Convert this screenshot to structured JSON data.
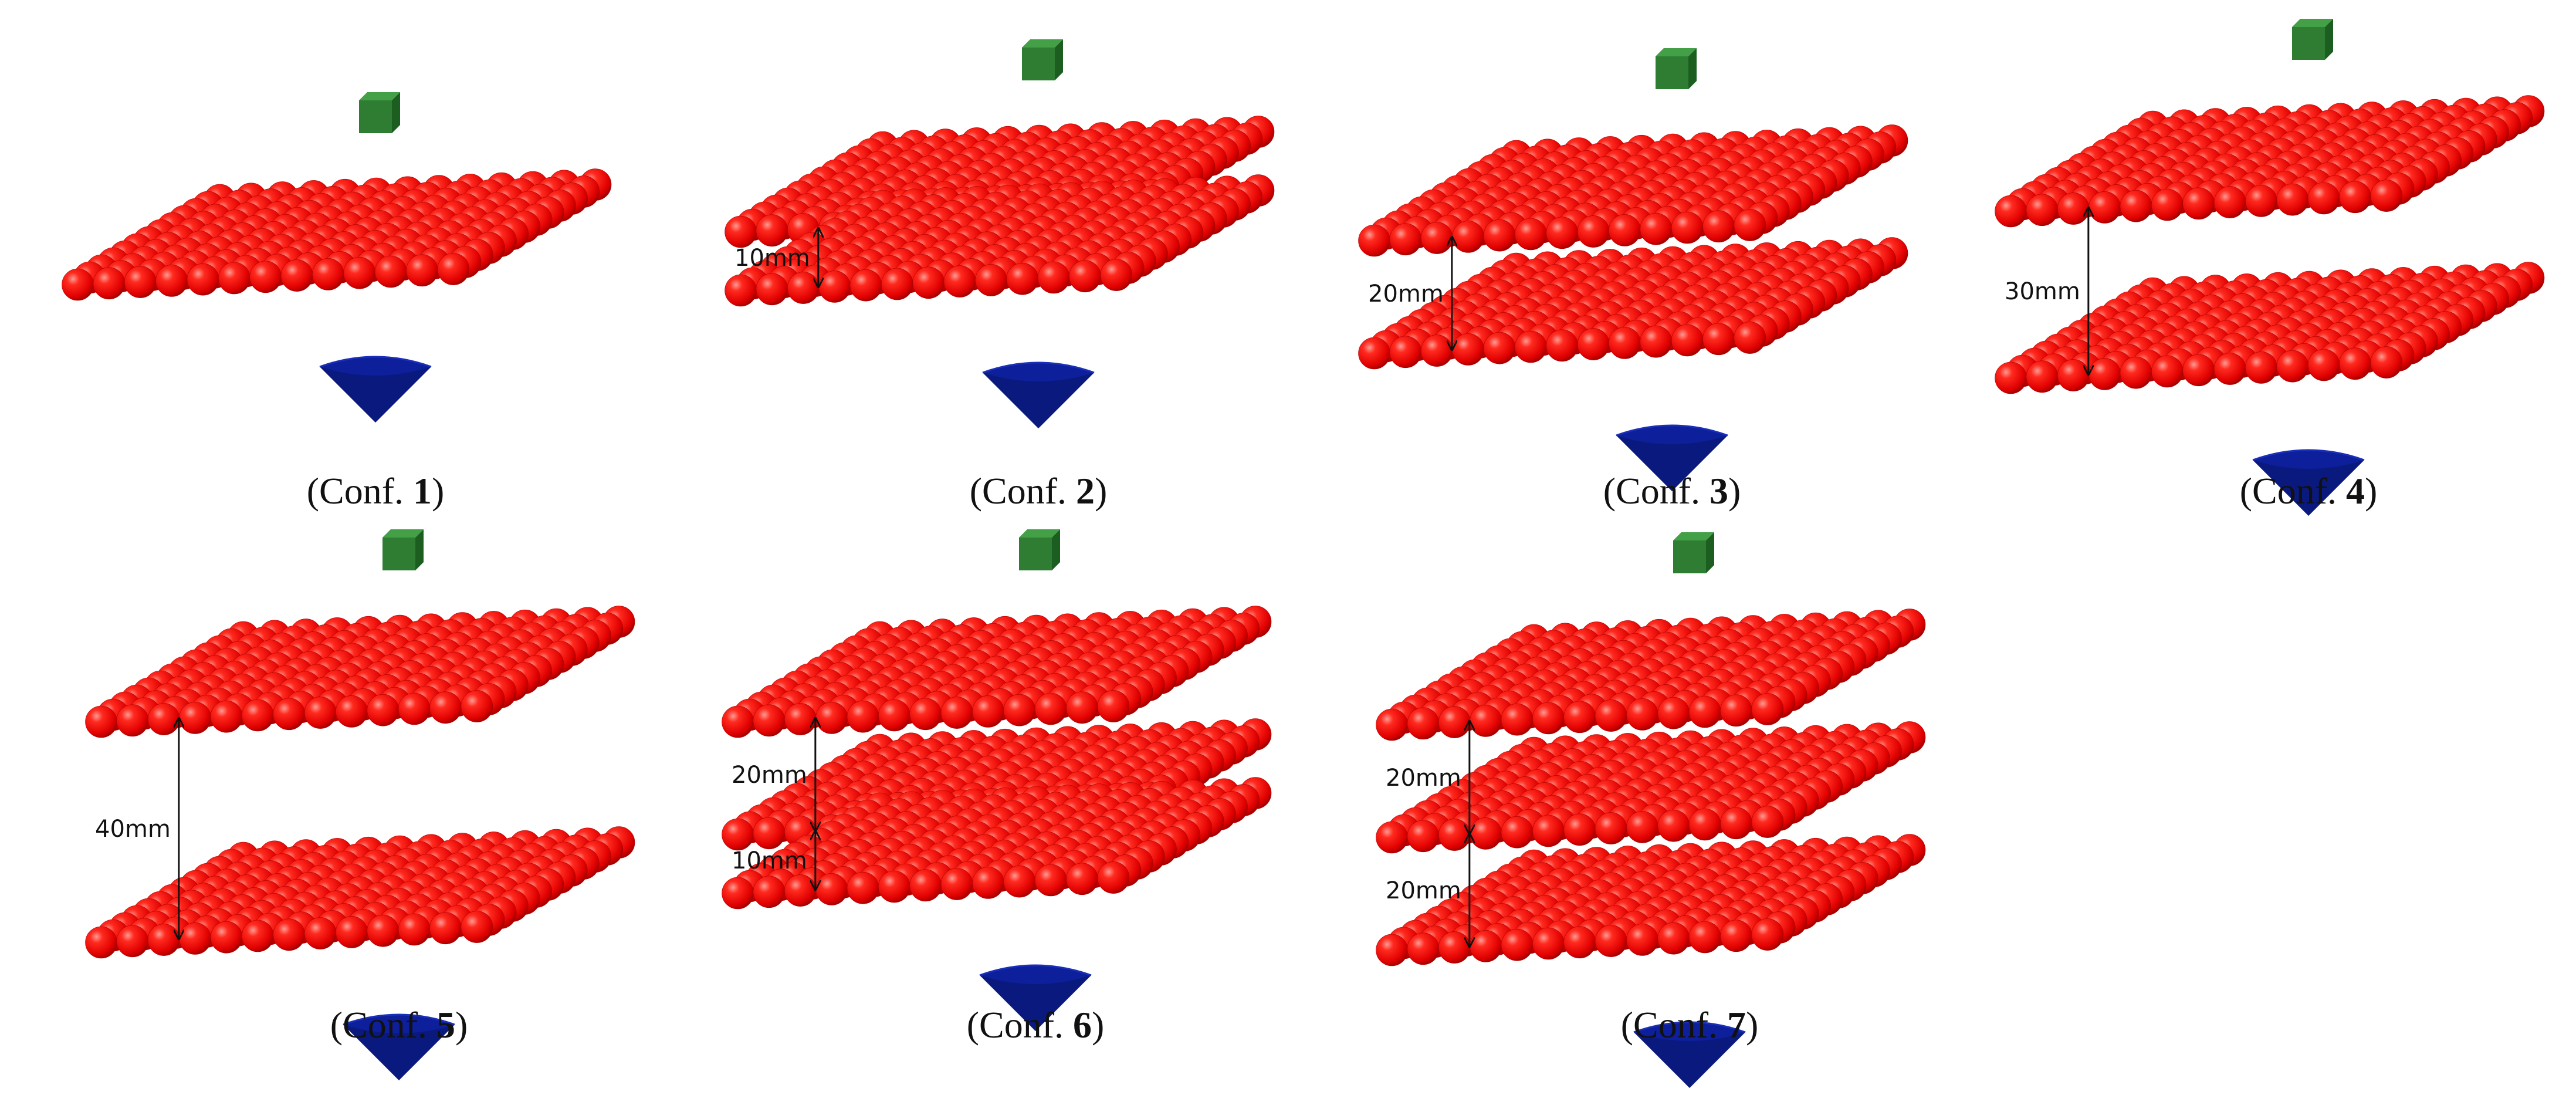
{
  "colors": {
    "sphere": "#ff1010",
    "sphere_dark": "#b00000",
    "sphere_highlight": "#ff8a80",
    "cube": "#2e7d32",
    "cube_dark": "#1b5e20",
    "cube_top": "#43a047",
    "cone": "#0d1f9a",
    "cone_dark": "#071466",
    "cone_top": "#1a2fb8",
    "arrow": "#111111"
  },
  "icons": {
    "source": "green-cube-icon",
    "sphere_sheet": "red-sphere-grid-icon",
    "detector": "blue-cone-icon"
  },
  "caption_format": {
    "prefix": "(Conf. ",
    "suffix": ")"
  },
  "configurations": [
    {
      "number": "1",
      "layers": 1,
      "gaps": []
    },
    {
      "number": "2",
      "layers": 2,
      "gaps": [
        "10mm"
      ]
    },
    {
      "number": "3",
      "layers": 2,
      "gaps": [
        "20mm"
      ]
    },
    {
      "number": "4",
      "layers": 2,
      "gaps": [
        "30mm"
      ]
    },
    {
      "number": "5",
      "layers": 2,
      "gaps": [
        "40mm"
      ]
    },
    {
      "number": "6",
      "layers": 3,
      "gaps": [
        "20mm",
        "10mm"
      ]
    },
    {
      "number": "7",
      "layers": 3,
      "gaps": [
        "20mm",
        "20mm"
      ]
    }
  ]
}
